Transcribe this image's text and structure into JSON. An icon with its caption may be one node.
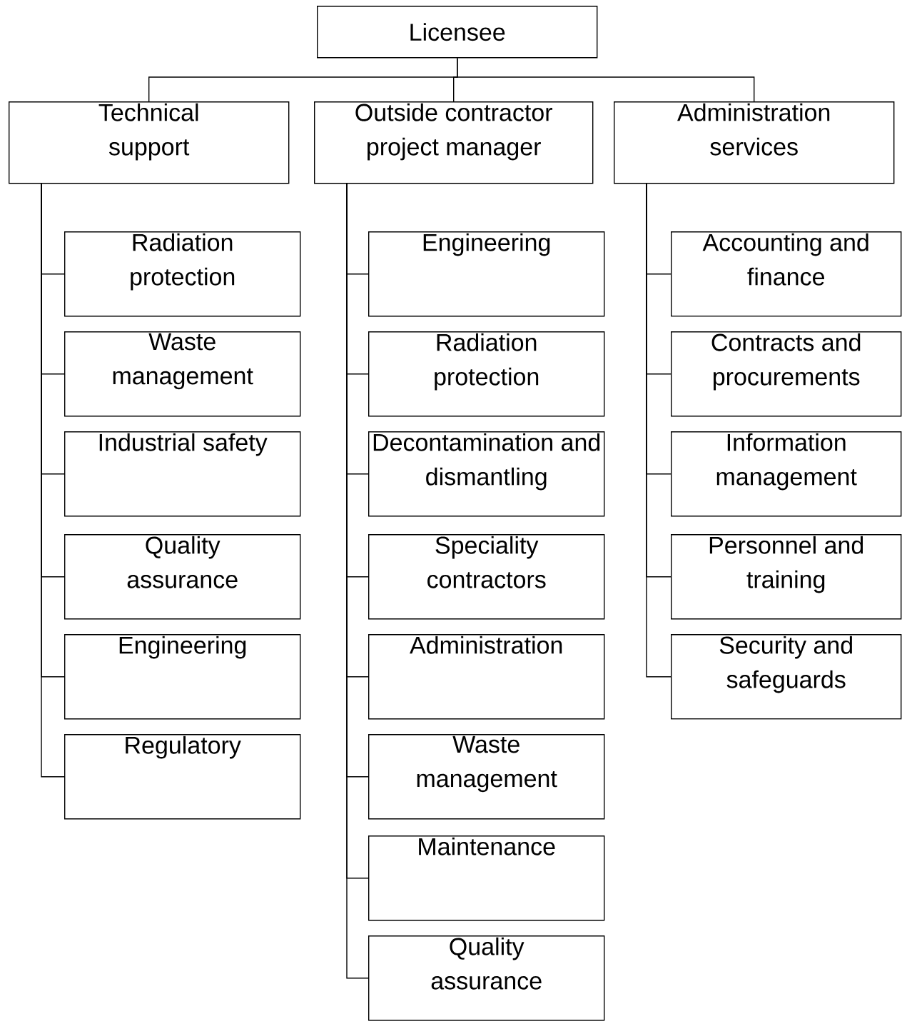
{
  "diagram": {
    "nodes": [
      {
        "text": [
          "Licensee"
        ]
      },
      {
        "text": [
          "Technical support"
        ]
      },
      {
        "text": [
          "Outside contractor project manager"
        ]
      },
      {
        "text": [
          "Administration services"
        ]
      },
      {
        "text": [
          "Radiation protection"
        ]
      },
      {
        "text": [
          "Waste management"
        ]
      },
      {
        "text": [
          "Industrial safety"
        ]
      },
      {
        "text": [
          "Quality assurance"
        ]
      },
      {
        "text": [
          "Engineering"
        ]
      },
      {
        "text": [
          "Regulatory"
        ]
      },
      {
        "text": [
          "Engineering"
        ]
      },
      {
        "text": [
          "Radiation protection"
        ]
      },
      {
        "text": [
          "Decontamination and dismantling"
        ]
      },
      {
        "text": [
          "Speciality contractors"
        ]
      },
      {
        "text": [
          "Administration"
        ]
      },
      {
        "text": [
          "Waste management"
        ]
      },
      {
        "text": [
          "Maintenance"
        ]
      },
      {
        "text": [
          "Quality assurance"
        ]
      },
      {
        "text": [
          "Accounting and finance"
        ]
      },
      {
        "text": [
          "Contracts and procurements"
        ]
      },
      {
        "text": [
          "Information management"
        ]
      },
      {
        "text": [
          "Personnel and training"
        ]
      },
      {
        "text": [
          "Security and safeguards"
        ]
      }
    ],
    "edges": [
      {
        "from": 0,
        "to": 1,
        "arrow": "none"
      },
      {
        "from": 0,
        "to": 2,
        "arrow": "none"
      },
      {
        "from": 0,
        "to": 3,
        "arrow": "none"
      },
      {
        "from": 1,
        "to": 4,
        "arrow": "none"
      },
      {
        "from": 1,
        "to": 5,
        "arrow": "none"
      },
      {
        "from": 1,
        "to": 6,
        "arrow": "none"
      },
      {
        "from": 1,
        "to": 7,
        "arrow": "none"
      },
      {
        "from": 1,
        "to": 8,
        "arrow": "none"
      },
      {
        "from": 1,
        "to": 9,
        "arrow": "none"
      },
      {
        "from": 2,
        "to": 10,
        "arrow": "none"
      },
      {
        "from": 2,
        "to": 11,
        "arrow": "none"
      },
      {
        "from": 2,
        "to": 12,
        "arrow": "none"
      },
      {
        "from": 2,
        "to": 13,
        "arrow": "none"
      },
      {
        "from": 2,
        "to": 14,
        "arrow": "none"
      },
      {
        "from": 2,
        "to": 15,
        "arrow": "none"
      },
      {
        "from": 2,
        "to": 16,
        "arrow": "none"
      },
      {
        "from": 2,
        "to": 17,
        "arrow": "none"
      },
      {
        "from": 3,
        "to": 18,
        "arrow": "none"
      },
      {
        "from": 3,
        "to": 19,
        "arrow": "none"
      },
      {
        "from": 3,
        "to": 20,
        "arrow": "none"
      },
      {
        "from": 3,
        "to": 21,
        "arrow": "none"
      },
      {
        "from": 3,
        "to": 22,
        "arrow": "none"
      }
    ]
  }
}
